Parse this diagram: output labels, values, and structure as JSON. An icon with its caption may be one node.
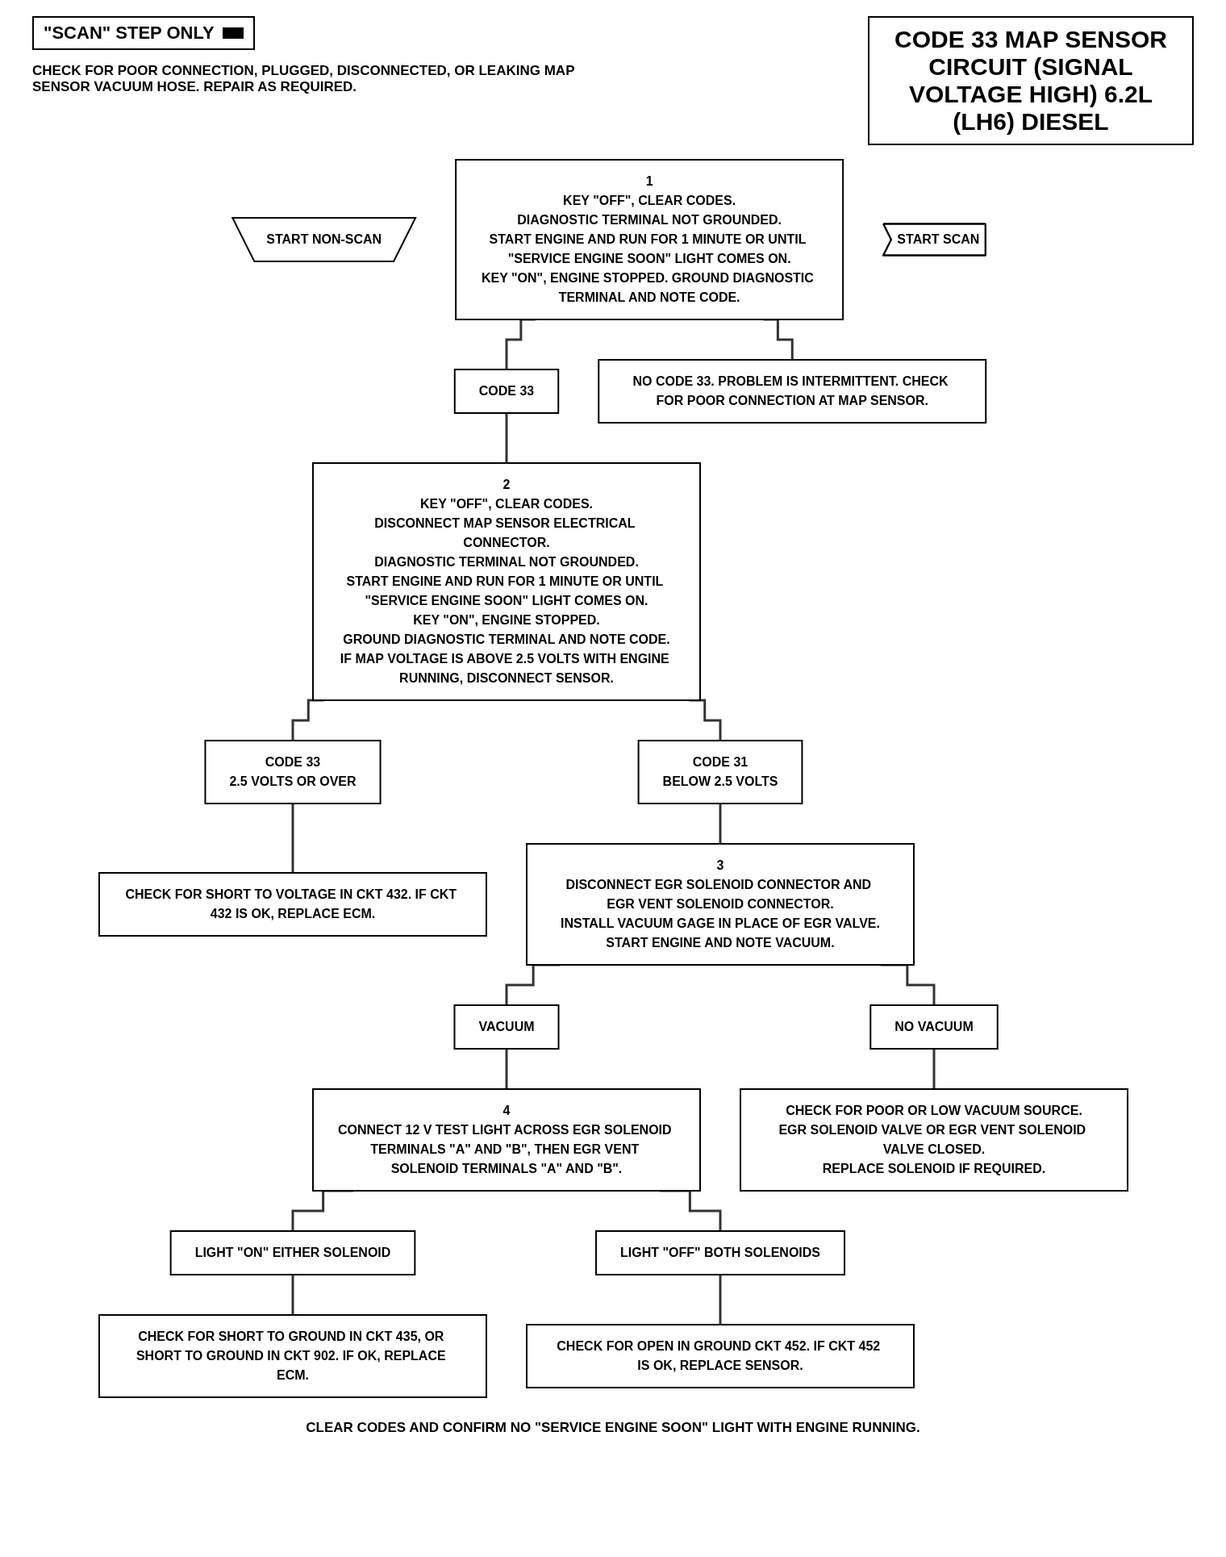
{
  "diagram": {
    "title": "CODE 33 MAP SENSOR CIRCUIT (SIGNAL VOLTAGE HIGH) 6.2L (LH6) DIESEL",
    "nodes": [
      {
        "text": [
          "START NON-SCAN"
        ]
      },
      {
        "text": [
          "1",
          "KEY \"OFF\", CLEAR CODES.",
          "DIAGNOSTIC TERMINAL NOT GROUNDED.",
          "START ENGINE AND RUN FOR 1 MINUTE OR UNTIL \"SERVICE ENGINE SOON\" LIGHT COMES ON.",
          "KEY \"ON\", ENGINE STOPPED. GROUND DIAGNOSTIC TERMINAL AND NOTE CODE."
        ]
      },
      {
        "text": [
          "CODE 33"
        ]
      },
      {
        "text": [
          "NO CODE 33. PROBLEM IS INTERMITTENT. CHECK FOR POOR CONNECTION AT MAP SENSOR."
        ]
      },
      {
        "text": [
          "2",
          "KEY \"OFF\", CLEAR CODES.",
          "DISCONNECT MAP SENSOR ELECTRICAL CONNECTOR.",
          "DIAGNOSTIC TERMINAL NOT GROUNDED.",
          "START ENGINE AND RUN FOR 1 MINUTE OR UNTIL \"SERVICE ENGINE SOON\" LIGHT COMES ON.",
          "KEY \"ON\", ENGINE STOPPED.",
          "GROUND DIAGNOSTIC TERMINAL AND NOTE CODE.",
          "IF MAP VOLTAGE IS ABOVE 2.5 VOLTS WITH ENGINE RUNNING, DISCONNECT SENSOR."
        ]
      },
      {
        "text": [
          "START SCAN"
        ]
      },
      {
        "text": [
          "CODE 31",
          "BELOW 2.5 VOLTS"
        ]
      },
      {
        "text": [
          "CODE 33",
          "2.5 VOLTS OR OVER"
        ]
      },
      {
        "text": [
          "CHECK FOR SHORT TO VOLTAGE IN CKT 432. IF CKT 432 IS OK, REPLACE ECM."
        ]
      },
      {
        "text": [
          "3",
          "DISCONNECT EGR SOLENOID CONNECTOR AND EGR VENT SOLENOID CONNECTOR.",
          "INSTALL VACUUM GAGE IN PLACE OF EGR VALVE.",
          "START ENGINE AND NOTE VACUUM."
        ]
      },
      {
        "text": [
          "VACUUM"
        ]
      },
      {
        "text": [
          "NO VACUUM"
        ]
      },
      {
        "text": [
          "4",
          "CONNECT 12 V TEST LIGHT ACROSS EGR SOLENOID TERMINALS \"A\" AND \"B\", THEN EGR VENT SOLENOID TERMINALS \"A\" AND \"B\"."
        ]
      },
      {
        "text": [
          "CHECK FOR POOR OR LOW VACUUM SOURCE.",
          "EGR SOLENOID VALVE OR EGR VENT SOLENOID VALVE CLOSED.",
          "REPLACE SOLENOID IF REQUIRED."
        ]
      },
      {
        "text": [
          "LIGHT \"ON\" EITHER SOLENOID"
        ]
      },
      {
        "text": [
          "LIGHT \"OFF\" BOTH SOLENOIDS"
        ]
      },
      {
        "text": [
          "CHECK FOR SHORT TO GROUND IN CKT 435, OR SHORT TO GROUND IN CKT 902. IF OK, REPLACE ECM."
        ]
      },
      {
        "text": [
          "CHECK FOR OPEN IN GROUND CKT 452. IF CKT 452 IS OK, REPLACE SENSOR."
        ]
      }
    ],
    "edges": [
      {
        "from": 1,
        "to": 2,
        "arrow": "none"
      },
      {
        "from": 1,
        "to": 3,
        "arrow": "none"
      },
      {
        "from": 2,
        "to": 4,
        "arrow": "none"
      },
      {
        "from": 4,
        "to": 6,
        "arrow": "none"
      },
      {
        "from": 4,
        "to": 7,
        "arrow": "none"
      },
      {
        "from": 6,
        "to": 9,
        "arrow": "none"
      },
      {
        "from": 7,
        "to": 8,
        "arrow": "none"
      },
      {
        "from": 9,
        "to": 10,
        "arrow": "none"
      },
      {
        "from": 9,
        "to": 11,
        "arrow": "none"
      },
      {
        "from": 10,
        "to": 12,
        "arrow": "none"
      },
      {
        "from": 11,
        "to": 13,
        "arrow": "none"
      },
      {
        "from": 12,
        "to": 14,
        "arrow": "none"
      },
      {
        "from": 12,
        "to": 15,
        "arrow": "none"
      },
      {
        "from": 14,
        "to": 16,
        "arrow": "none"
      },
      {
        "from": 15,
        "to": 17,
        "arrow": "none"
      }
    ],
    "labels": [
      "CHECK FOR POOR CONNECTION, PLUGGED, DISCONNECTED, OR LEAKING MAP SENSOR VACUUM HOSE. REPAIR AS REQUIRED.",
      "CLEAR CODES AND CONFIRM NO \"SERVICE ENGINE SOON\" LIGHT WITH ENGINE RUNNING."
    ],
    "legend": [
      {
        "text": "\"SCAN\" STEP ONLY",
        "color": "#000000"
      }
    ]
  }
}
